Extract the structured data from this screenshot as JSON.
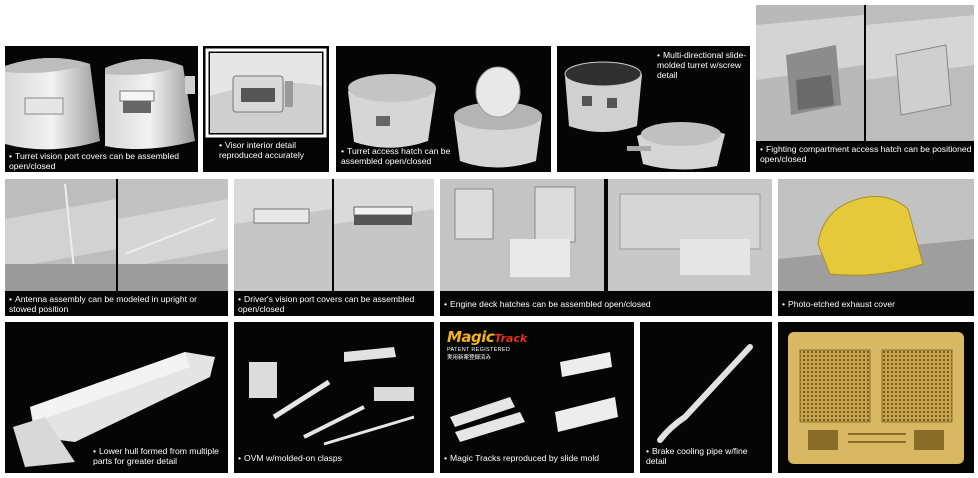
{
  "row1": {
    "turret_vision": {
      "caption": "Turret vision port covers can be assembled open/closed"
    },
    "visor_interior": {
      "caption": "Visor interior detail reproduced accurately"
    },
    "turret_hatch": {
      "caption": "Turret access hatch can be assembled open/closed"
    },
    "slide_turret": {
      "caption": "Multi-directional slide-molded turret w/screw detail"
    },
    "fighting_hatch": {
      "caption": "Fighting compartment access hatch can be positioned open/closed"
    }
  },
  "row2": {
    "antenna": {
      "caption": "Antenna assembly can be modeled in upright or stowed position"
    },
    "driver_port": {
      "caption": "Driver's vision port covers can be assembled open/closed"
    },
    "engine_deck": {
      "caption": "Engine deck hatches can be assembled open/closed"
    },
    "exhaust": {
      "caption": "Photo-etched exhaust cover"
    }
  },
  "row3": {
    "lower_hull": {
      "caption": "Lower hull formed from multiple parts for greater detail"
    },
    "ovm": {
      "caption": "OVM w/molded-on clasps"
    },
    "magic_tracks": {
      "caption": "Magic Tracks reproduced by slide mold",
      "logo_word1": "Magic",
      "logo_word2": "Track",
      "logo_patent": "PATENT REGISTERED",
      "logo_jp": "実用新案登録済み"
    },
    "brake_pipe": {
      "caption": "Brake cooling pipe w/fine detail"
    },
    "pe_fret": {
      "caption": ""
    }
  },
  "colors": {
    "panel_bg": "#050505",
    "caption_text": "#ffffff",
    "gold_pe": "#d9b864",
    "logo_yellow": "#f3b21b",
    "logo_red": "#e2331b"
  }
}
